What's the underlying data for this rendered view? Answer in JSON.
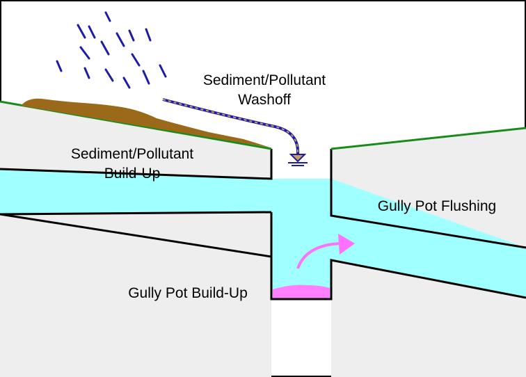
{
  "labels": {
    "washoff_line1": "Sediment/Pollutant",
    "washoff_line2": "Washoff",
    "buildup_line1": "Sediment/Pollutant",
    "buildup_line2": "Build-Up",
    "flushing": "Gully Pot Flushing",
    "gully_buildup": "Gully Pot Build-Up"
  },
  "colors": {
    "ground": "#eeeeee",
    "water": "#a0ffff",
    "grass": "#1a8a1a",
    "sediment": "#9a6a1a",
    "rain": "#1c1ca8",
    "gully_sediment": "#ff80ff",
    "flush_arrow": "#ff70ff",
    "outline": "#000000"
  },
  "icons": {
    "rain": "rain-drops-icon",
    "washoff_path": "washoff-dashed-arrow-icon",
    "water_surface": "water-surface-icon",
    "flush": "curved-arrow-icon"
  }
}
